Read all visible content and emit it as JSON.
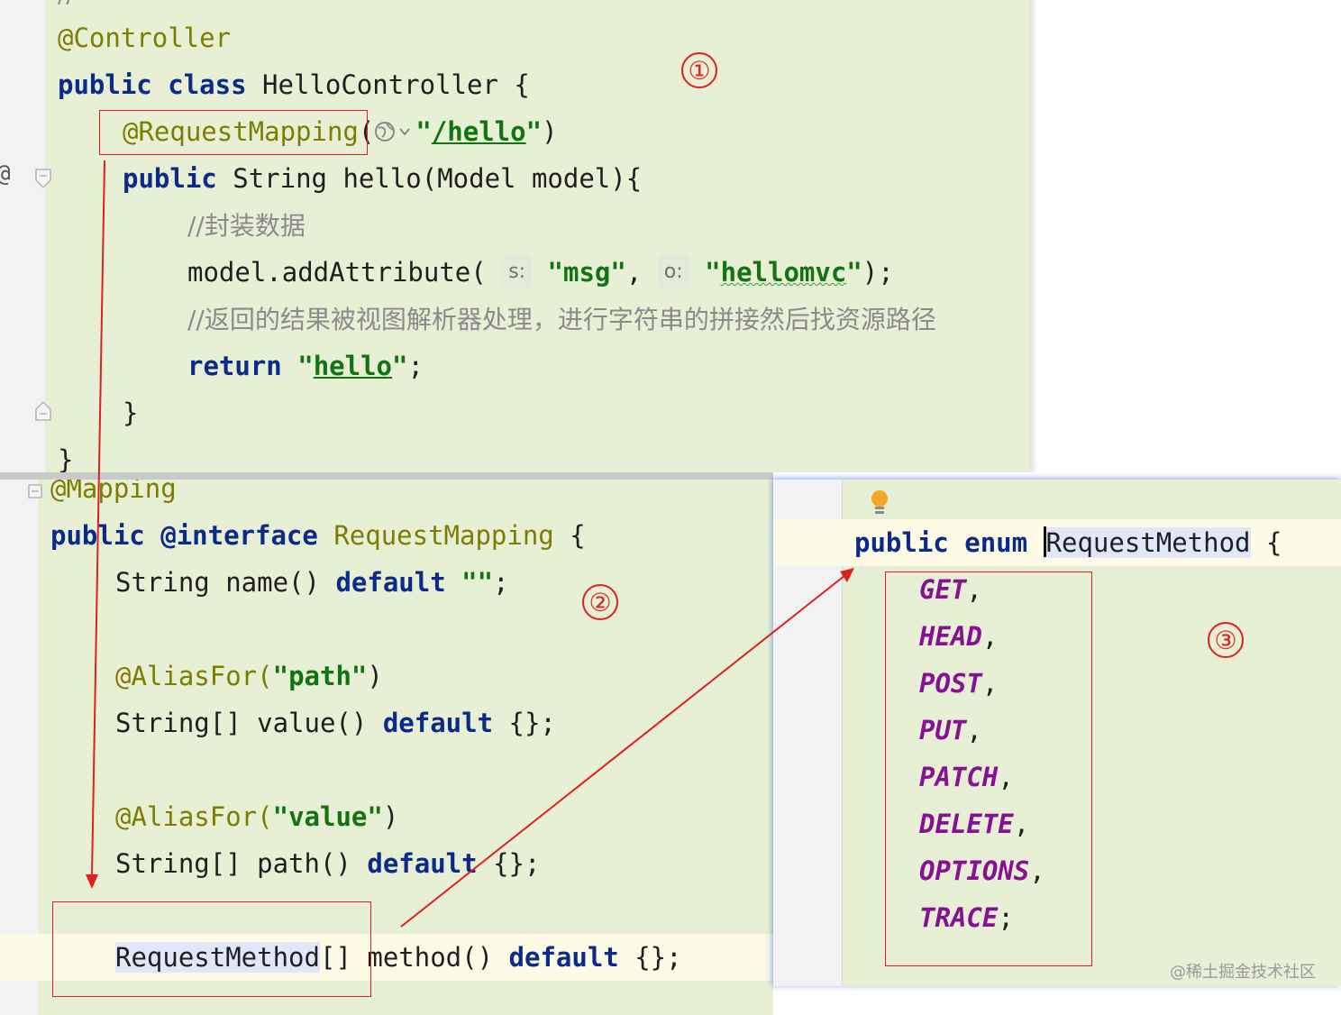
{
  "panel1": {
    "lines": {
      "l0": "//",
      "l1": "@Controller",
      "l2_kw1": "public",
      "l2_kw2": "class",
      "l2_name": "HelloController",
      "l2_brace": "{",
      "l3_anno": "@RequestMapping",
      "l3_open": "(",
      "l3_q1": "\"",
      "l3_path": "/hello",
      "l3_q2": "\"",
      "l3_close": ")",
      "l4_kw": "public",
      "l4_rest": "String hello(Model model){",
      "l5": "//封装数据",
      "l6_pre": "model.addAttribute(",
      "l6_hint1": "s:",
      "l6_str1": "\"msg\"",
      "l6_comma": ",",
      "l6_hint2": "o:",
      "l6_str2q1": "\"",
      "l6_str2": "hellomvc",
      "l6_str2q2": "\"",
      "l6_end": ");",
      "l7": "//返回的结果被视图解析器处理，进行字符串的拼接然后找资源路径",
      "l8_kw": "return",
      "l8_q1": "\"",
      "l8_str": "hello",
      "l8_q2": "\"",
      "l8_end": ";",
      "l9": "}",
      "l10": "}"
    },
    "gutter_marker": "@",
    "badge": "①"
  },
  "panel2": {
    "lines": {
      "l0": "@Mapping",
      "l1_kw1": "public",
      "l1_kw2": "@interface",
      "l1_name": "RequestMapping",
      "l1_brace": "{",
      "l2_pre": "String name()",
      "l2_kw": "default",
      "l2_str": "\"\"",
      "l2_end": ";",
      "l4_anno": "@AliasFor(",
      "l4_str": "\"path\"",
      "l4_close": ")",
      "l5_pre": "String[] value()",
      "l5_kw": "default",
      "l5_end": "{};",
      "l7_anno": "@AliasFor(",
      "l7_str": "\"value\"",
      "l7_close": ")",
      "l8_pre": "String[] path()",
      "l8_kw": "default",
      "l8_end": "{};",
      "l10_type": "RequestMethod",
      "l10_arr": "[]",
      "l10_rest": "method()",
      "l10_kw": "default",
      "l10_end": "{};"
    },
    "badge": "②"
  },
  "panel3": {
    "lines": {
      "l0_kw1": "public",
      "l0_kw2": "enum",
      "l0_name": "RequestMethod",
      "l0_brace": "{"
    },
    "enum_values": [
      "GET",
      "HEAD",
      "POST",
      "PUT",
      "PATCH",
      "DELETE",
      "OPTIONS",
      "TRACE"
    ],
    "enum_seps": [
      ",",
      ",",
      ",",
      ",",
      ",",
      ",",
      ",",
      ";"
    ],
    "badge": "③"
  },
  "watermark": "@稀土掘金技术社区",
  "colors": {
    "editor_bg": "#e7efd4",
    "keyword": "#0b2a8a",
    "annotation": "#7d7d00",
    "string": "#127312",
    "enum_const": "#871094",
    "markup_red": "#e02020"
  }
}
